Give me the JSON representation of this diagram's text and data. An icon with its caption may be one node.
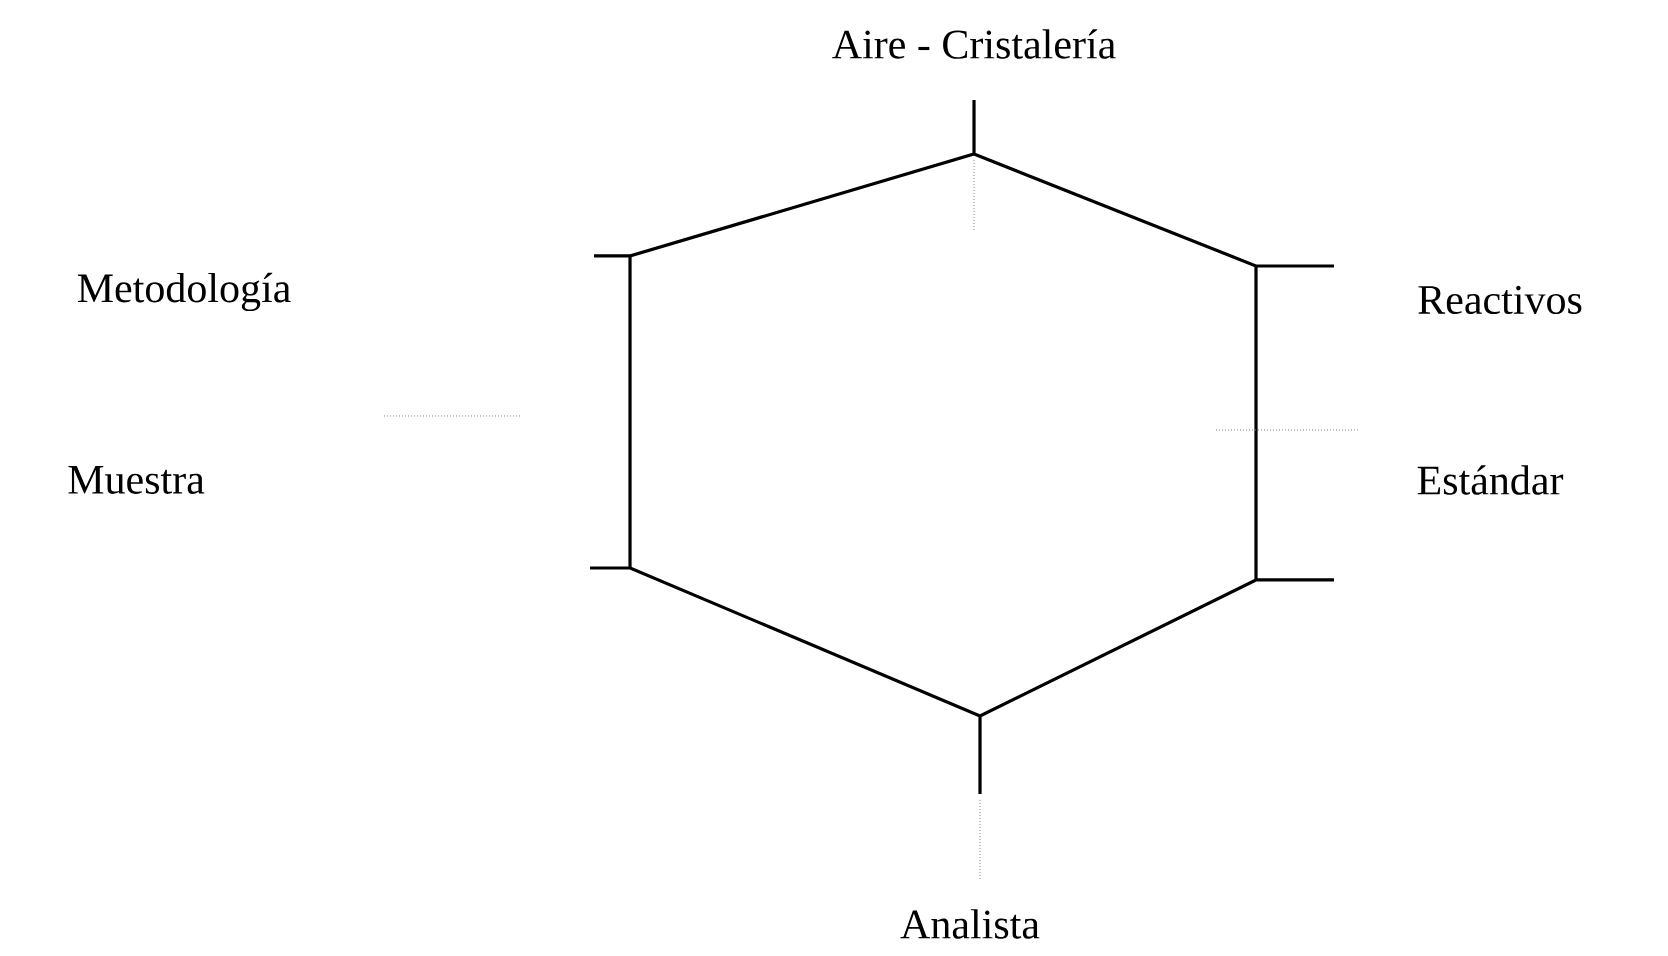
{
  "diagram": {
    "labels": [
      "Aire - Cristalería",
      "Metodología",
      "Reactivos",
      "Muestra",
      "Estándar",
      "Analista"
    ]
  }
}
